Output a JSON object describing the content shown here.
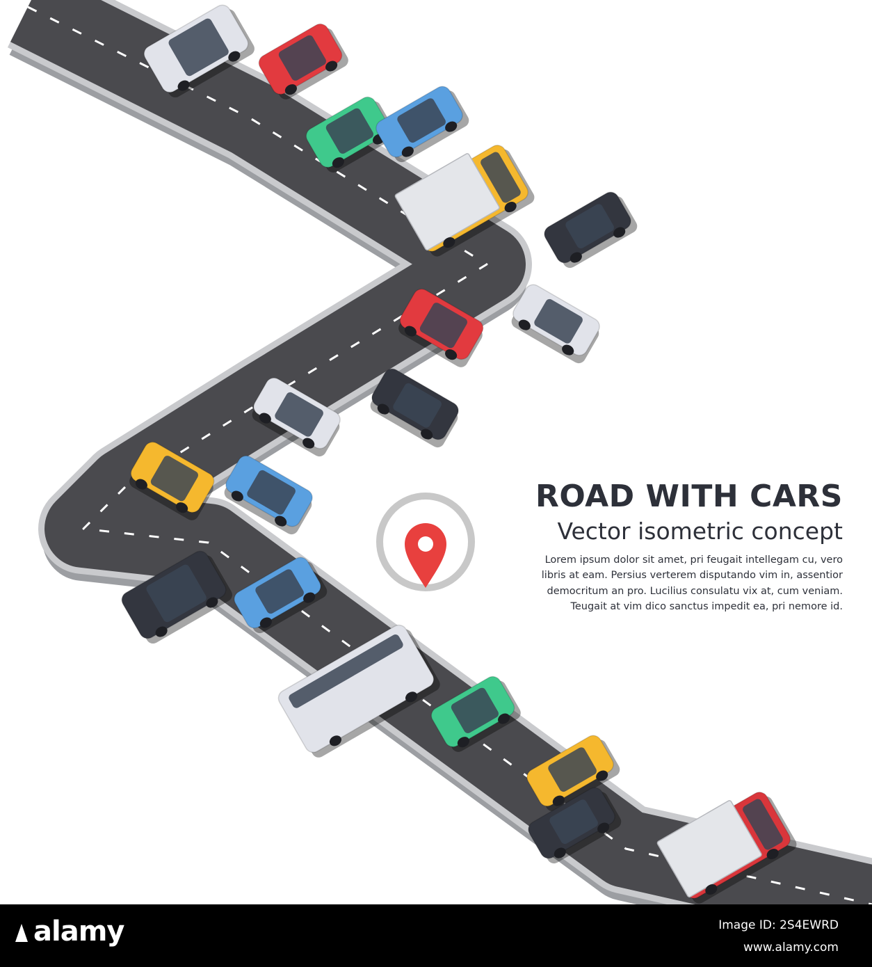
{
  "poster": {
    "title": "ROAD WITH CARS",
    "subtitle": "Vector isometric concept",
    "body_lines": [
      "Lorem ipsum dolor sit amet, pri feugait intellegam cu, vero",
      "libris at eam. Persius verterem disputando vim in, assentior",
      "democritum an pro. Lucilius consulatu vix at, cum veniam.",
      "Teugait at vim dico sanctus impedit ea, pri nemore id."
    ],
    "pin_icon": "location-pin-icon",
    "colors": {
      "asphalt": "#4a4a4e",
      "road_edge": "#b9babd",
      "lane_marking": "#ffffff",
      "pin": "#e8403e",
      "pin_ring": "#c8c8c8",
      "text": "#2d3039"
    }
  },
  "vehicles": [
    {
      "kind": "van",
      "color": "#e1e3ea",
      "label": "white-van"
    },
    {
      "kind": "hatchback",
      "color": "#e23a3f",
      "label": "red-hatchback"
    },
    {
      "kind": "hatchback",
      "color": "#3fc98c",
      "label": "green-hatchback"
    },
    {
      "kind": "sedan",
      "color": "#5aa0e0",
      "label": "blue-sedan"
    },
    {
      "kind": "truck",
      "color": "#f5b82e",
      "label": "yellow-box-truck"
    },
    {
      "kind": "sedan",
      "color": "#33363f",
      "label": "black-sedan"
    },
    {
      "kind": "hatchback",
      "color": "#e23a3f",
      "label": "red-hatchback-2"
    },
    {
      "kind": "sedan",
      "color": "#e1e3ea",
      "label": "white-sedan"
    },
    {
      "kind": "sedan",
      "color": "#e1e3ea",
      "label": "white-sedan-2"
    },
    {
      "kind": "sedan",
      "color": "#33363f",
      "label": "black-sedan-2"
    },
    {
      "kind": "hatchback",
      "color": "#f5b82e",
      "label": "yellow-hatchback"
    },
    {
      "kind": "sedan",
      "color": "#5aa0e0",
      "label": "blue-sedan-2"
    },
    {
      "kind": "van",
      "color": "#33363f",
      "label": "black-van"
    },
    {
      "kind": "sedan",
      "color": "#5aa0e0",
      "label": "blue-sedan-3"
    },
    {
      "kind": "bus",
      "color": "#e1e3ea",
      "label": "white-bus"
    },
    {
      "kind": "hatchback",
      "color": "#3fc98c",
      "label": "green-hatchback-2"
    },
    {
      "kind": "sedan",
      "color": "#f5b82e",
      "label": "yellow-sedan"
    },
    {
      "kind": "sedan",
      "color": "#33363f",
      "label": "black-sedan-3"
    },
    {
      "kind": "truck",
      "color": "#d9363b",
      "label": "red-box-truck"
    }
  ],
  "footer": {
    "logo": "alamy",
    "image_id": "Image ID: 2S4EWRD",
    "url": "www.alamy.com",
    "background": "#000000"
  }
}
